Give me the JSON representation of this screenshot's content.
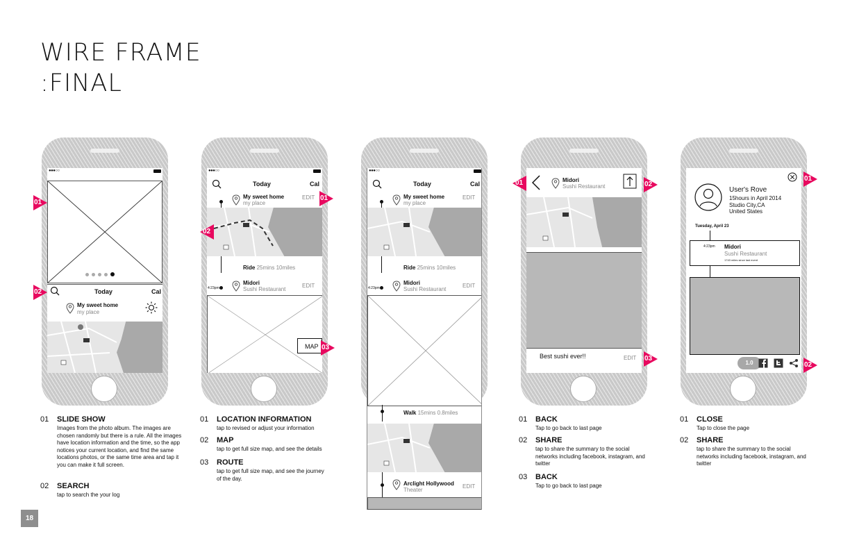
{
  "page": {
    "title_line1": "WIRE FRAME",
    "title_line2": ":FINAL",
    "page_number": "18"
  },
  "status_bar": {
    "signal": "●●●○○"
  },
  "common": {
    "today": "Today",
    "cal": "Cal",
    "edit": "EDIT",
    "home_title": "My sweet home",
    "home_sub": "my place",
    "midori": "Midori",
    "sushi": "Sushi Restaurant",
    "time_423": "4:23pm"
  },
  "screen2": {
    "ride": "Ride",
    "ride_info": "25mins   10miles",
    "map_button": "MAP"
  },
  "screen3": {
    "walk": "Walk",
    "walk_info": "15mins   0.8miles",
    "arclight": "Arclight Hollywood",
    "theater": "Theater"
  },
  "screen4": {
    "review": "Best sushi ever!!"
  },
  "screen5": {
    "user_name": "User's Rove",
    "line1": "15hours in April 2014",
    "line2": "Studio City,CA",
    "line3": "United States",
    "date": "Tuesday, April 23",
    "small_note": "1743 miles since last event",
    "rating": "1.0"
  },
  "markers": {
    "m01": "01",
    "m02": "02",
    "m03": "03"
  },
  "notes": {
    "p1": [
      {
        "num": "01",
        "head": "SLIDE SHOW",
        "desc": "Images from the photo album. The images are chosen randomly but there is a rule. All the images have location information and the time, so the app notices your current location, and find the same locations photos, or the same time area and tap it you can make it full screen."
      },
      {
        "num": "02",
        "head": "SEARCH",
        "desc": "tap to search the your log"
      }
    ],
    "p2": [
      {
        "num": "01",
        "head": "LOCATION INFORMATION",
        "desc": "tap to revised or adjust your information"
      },
      {
        "num": "02",
        "head": "MAP",
        "desc": "tap to get full size map, and see the details"
      },
      {
        "num": "03",
        "head": "ROUTE",
        "desc": "tap to get full size map, and see the journey of the day."
      }
    ],
    "p4": [
      {
        "num": "01",
        "head": "BACK",
        "desc": "Tap to go back to last page"
      },
      {
        "num": "02",
        "head": "SHARE",
        "desc": "tap to share the summary to the social networks including facebook, instagram, and twitter"
      },
      {
        "num": "03",
        "head": "BACK",
        "desc": "Tap to go back to last page"
      }
    ],
    "p5": [
      {
        "num": "01",
        "head": "CLOSE",
        "desc": "Tap to close the page"
      },
      {
        "num": "02",
        "head": "SHARE",
        "desc": "tap to share the summary to the social networks including facebook, instagram, and twitter"
      }
    ]
  },
  "colors": {
    "accent": "#e8095f",
    "map_water": "#a9a9a9",
    "placeholder": "#b8b8b8"
  }
}
